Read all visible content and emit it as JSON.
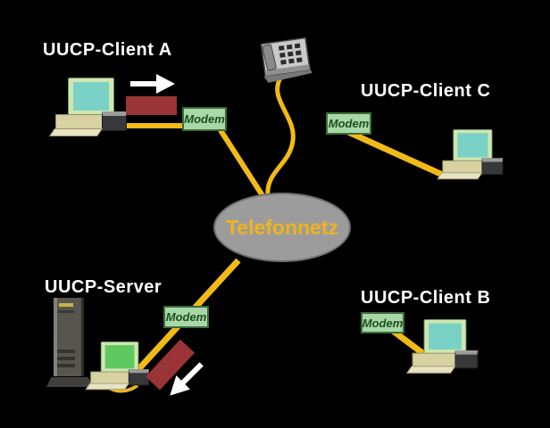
{
  "labels": {
    "client_a": "UUCP-Client A",
    "client_c": "UUCP-Client C",
    "client_b": "UUCP-Client B",
    "server": "UUCP-Server",
    "network": "Telefonnetz",
    "modem": "Modem"
  },
  "icons": {
    "telephone": "telephone-icon",
    "desktop_computer": "desktop-computer-icon",
    "server_tower": "server-tower-icon",
    "arrow_right": "arrow-right-icon",
    "arrow_down_left": "arrow-down-left-icon"
  },
  "colors": {
    "background": "#000000",
    "line_yellow": "#f2ba16",
    "modem_bg": "#a8d8a8",
    "modem_border": "#3a6b3a",
    "modem_text": "#1d4f1d",
    "ellipse_bg": "#9c9c9c",
    "network_text": "#f0b41c",
    "label_text": "#ffffff",
    "packet_red": "#9b3436",
    "arrow_white": "#ffffff",
    "screen_teal": "#7ad1c5",
    "screen_green": "#5fc95f"
  }
}
